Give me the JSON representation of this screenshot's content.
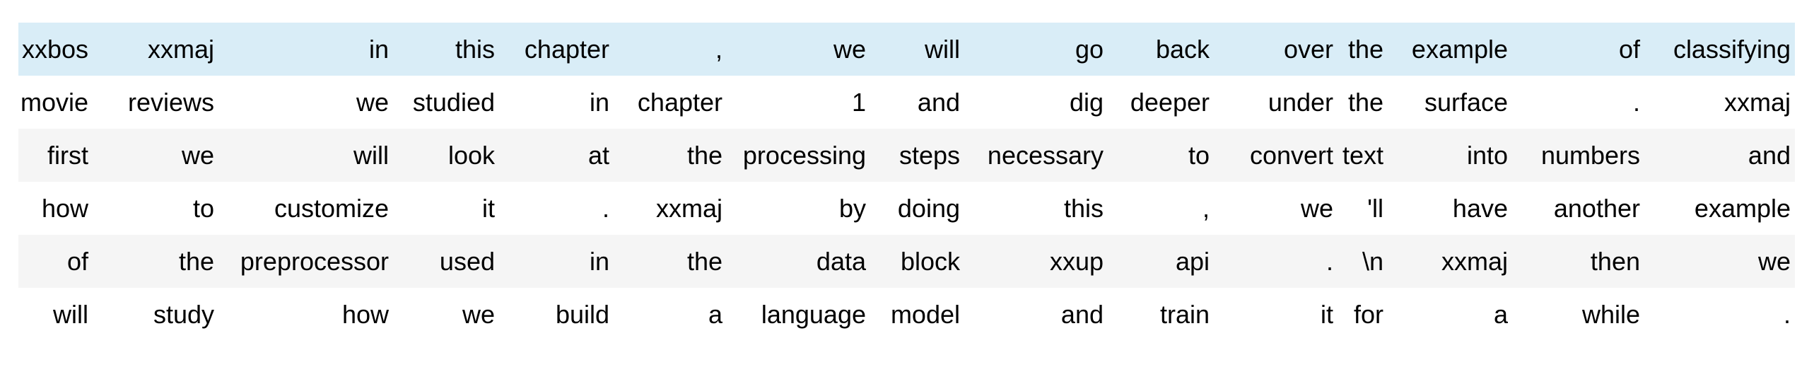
{
  "table": {
    "description": "tokenized-text-grid",
    "columns_count": 15,
    "highlighted_row_index": 0,
    "rows": [
      [
        "xxbos",
        "xxmaj",
        "in",
        "this",
        "chapter",
        ",",
        "we",
        "will",
        "go",
        "back",
        "over",
        "the",
        "example",
        "of",
        "classifying"
      ],
      [
        "movie",
        "reviews",
        "we",
        "studied",
        "in",
        "chapter",
        "1",
        "and",
        "dig",
        "deeper",
        "under",
        "the",
        "surface",
        ".",
        "xxmaj"
      ],
      [
        "first",
        "we",
        "will",
        "look",
        "at",
        "the",
        "processing",
        "steps",
        "necessary",
        "to",
        "convert",
        "text",
        "into",
        "numbers",
        "and"
      ],
      [
        "how",
        "to",
        "customize",
        "it",
        ".",
        "xxmaj",
        "by",
        "doing",
        "this",
        ",",
        "we",
        "'ll",
        "have",
        "another",
        "example"
      ],
      [
        "of",
        "the",
        "preprocessor",
        "used",
        "in",
        "the",
        "data",
        "block",
        "xxup",
        "api",
        ".",
        "\\n",
        "xxmaj",
        "then",
        "we"
      ],
      [
        "will",
        "study",
        "how",
        "we",
        "build",
        "a",
        "language",
        "model",
        "and",
        "train",
        "it",
        "for",
        "a",
        "while",
        "."
      ]
    ]
  },
  "colors": {
    "page_bg": "#ffffff",
    "highlight_row_bg": "#d9edf7",
    "stripe_row_bg": "#f5f5f5",
    "text": "#000000"
  }
}
